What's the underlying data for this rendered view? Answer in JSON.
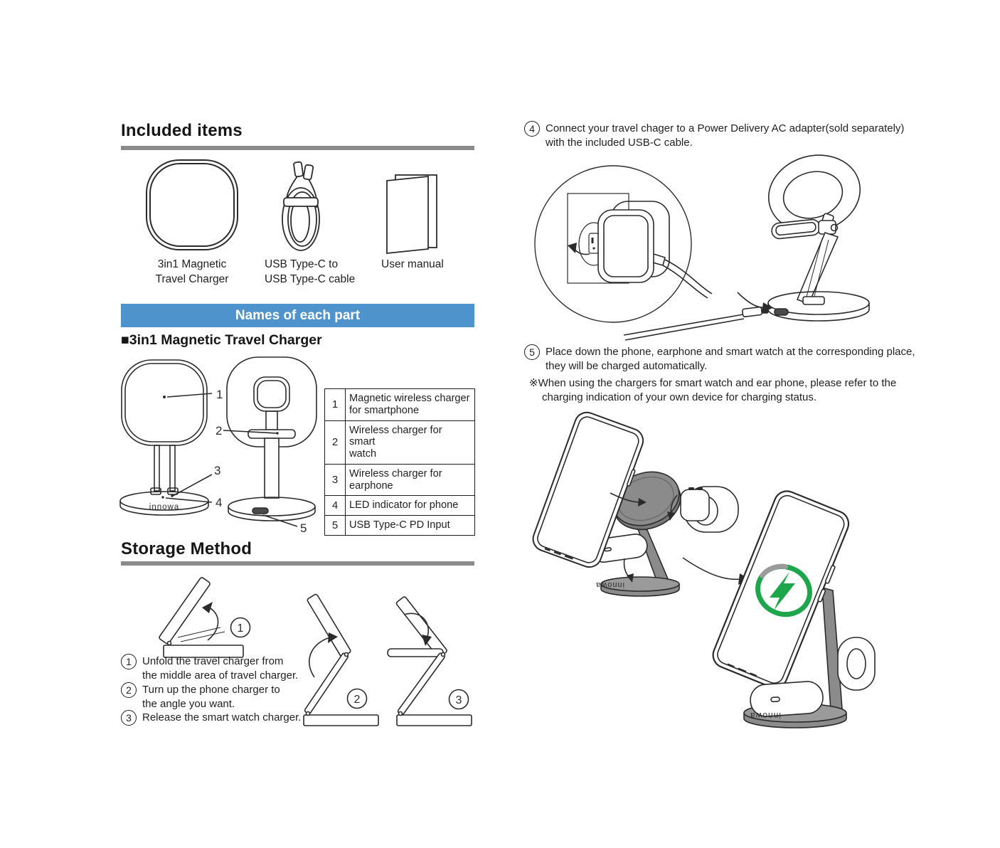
{
  "colors": {
    "banner_blue": "#4f93cc",
    "rule_gray": "#8a8a8a",
    "illustration_gray": "#8b8b8b",
    "charging_green": "#1ea64c",
    "ink": "#1f1f1f"
  },
  "included": {
    "title": "Included items",
    "items": [
      {
        "icon": "charger-top-icon",
        "label": "3in1 Magnetic\nTravel Charger"
      },
      {
        "icon": "usb-cable-icon",
        "label": "USB Type-C to\nUSB Type-C cable"
      },
      {
        "icon": "user-manual-icon",
        "label": "User manual"
      }
    ]
  },
  "names_section": {
    "banner": "Names of each part",
    "subheading": "■3in1 Magnetic Travel Charger",
    "brand": "innowa",
    "callouts": [
      "1",
      "2",
      "3",
      "4",
      "5"
    ],
    "table": [
      {
        "num": "1",
        "label": "Magnetic wireless charger\nfor smartphone"
      },
      {
        "num": "2",
        "label": "Wireless charger for smart\nwatch"
      },
      {
        "num": "3",
        "label": "Wireless charger for\nearphone"
      },
      {
        "num": "4",
        "label": "LED indicator for phone"
      },
      {
        "num": "5",
        "label": "USB Type-C PD Input"
      }
    ]
  },
  "storage": {
    "title": "Storage Method",
    "diagram_labels": [
      "1",
      "2",
      "3"
    ],
    "steps": [
      {
        "num": "1",
        "text": "Unfold the travel charger from\nthe middle area of travel charger."
      },
      {
        "num": "2",
        "text": "Turn up the phone charger to\nthe angle you want."
      },
      {
        "num": "3",
        "text": "Release the smart watch charger."
      }
    ]
  },
  "setup": {
    "steps": [
      {
        "num": "4",
        "text": "Connect your travel chager to a Power Delivery AC adapter(sold separately)\nwith the included USB-C cable."
      },
      {
        "num": "5",
        "text": "Place down the phone, earphone and smart watch at the corresponding place,\nthey will be charged automatically."
      }
    ],
    "note": "※When using the chargers for smart watch and ear phone, please refer to the\ncharging indication of your own device for charging status."
  }
}
